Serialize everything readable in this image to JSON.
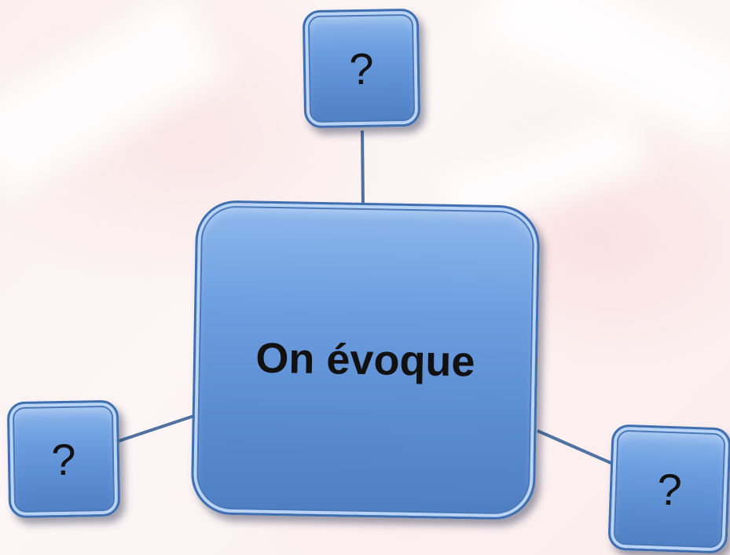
{
  "diagram": {
    "center_label": "On évoque",
    "satellites": [
      {
        "id": "top",
        "label": "?"
      },
      {
        "id": "left",
        "label": "?"
      },
      {
        "id": "right",
        "label": "?"
      }
    ]
  },
  "colors": {
    "box_fill": "#6b9ddf",
    "box_border": "#3f6fb0",
    "connector": "#4f72a0",
    "background_tint": "#fbeeee"
  }
}
